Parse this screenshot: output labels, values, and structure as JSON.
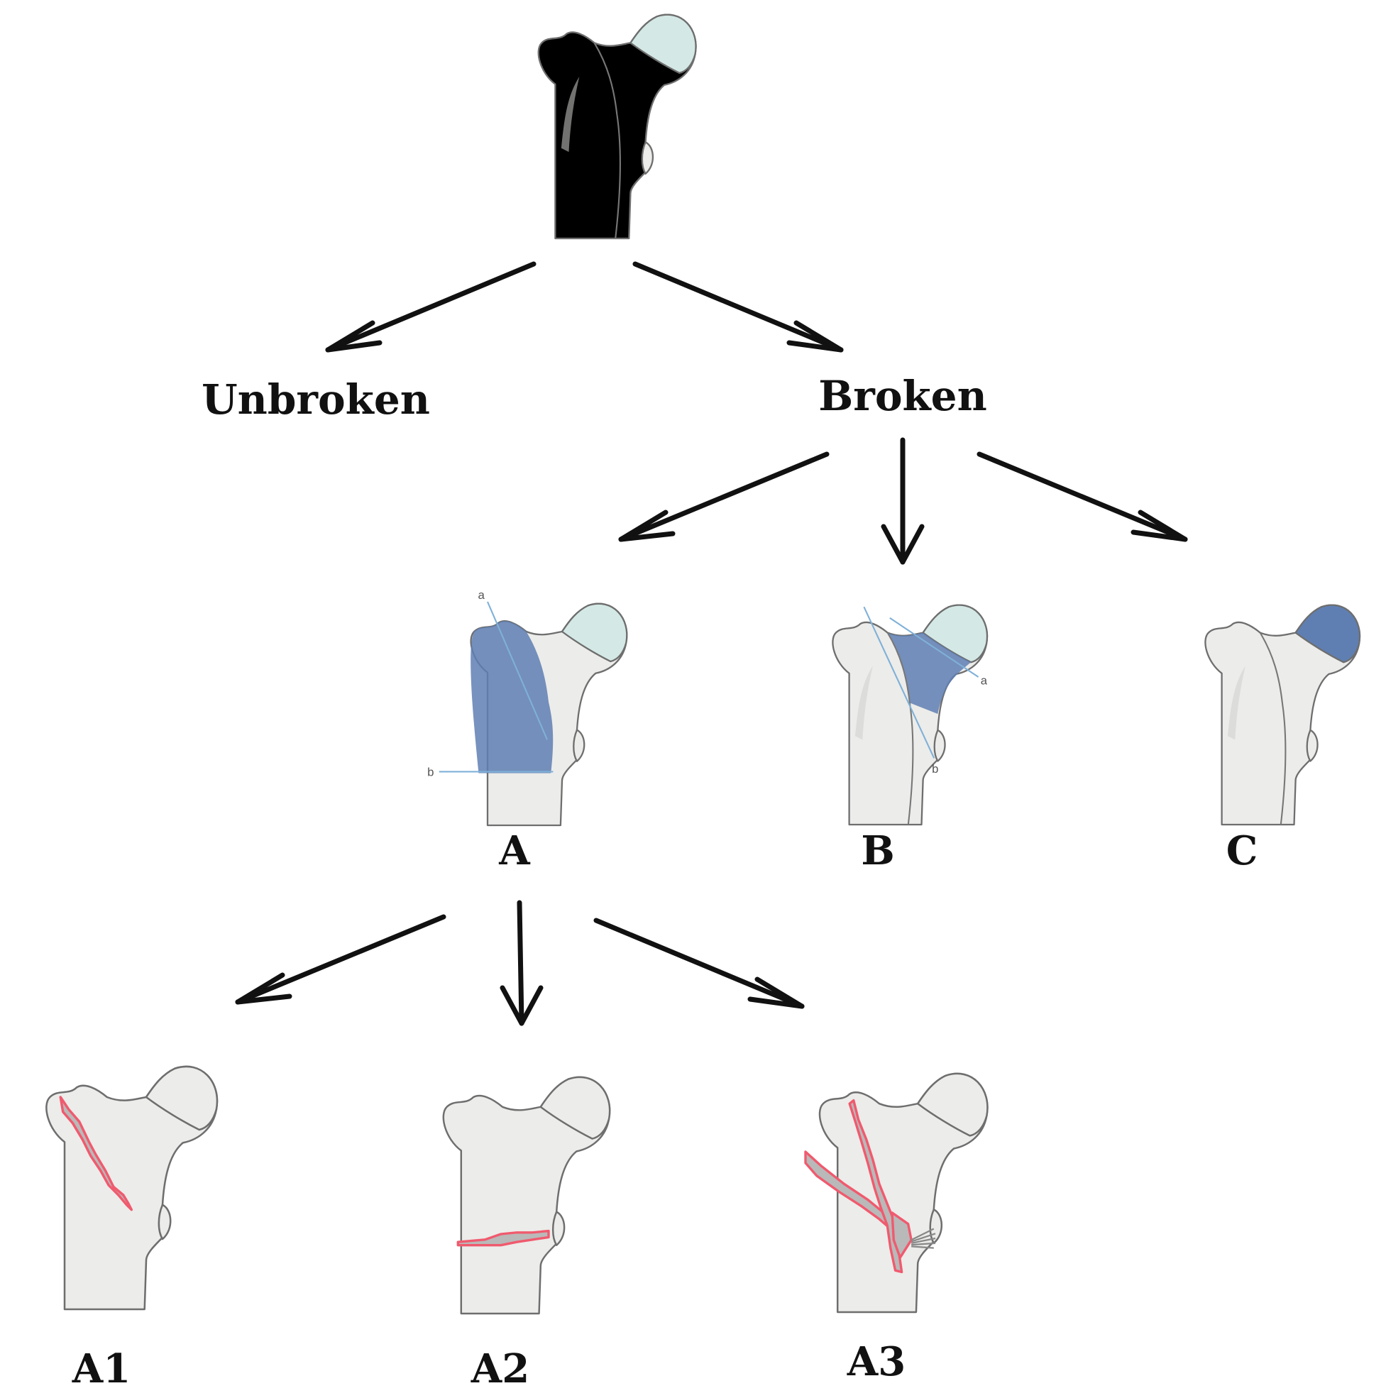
{
  "nodes": {
    "unbroken": "Unbroken",
    "broken": "Broken",
    "type_a": "A",
    "type_b": "B",
    "type_c": "C",
    "sub_a1": "A1",
    "sub_a2": "A2",
    "sub_a3": "A3"
  },
  "guide_labels": {
    "a_line_a": "a",
    "a_line_b": "b",
    "b_line_a": "a",
    "b_line_b": "b"
  },
  "colors": {
    "bone_fill": "#ececea",
    "bone_shade": "#cfcfcc",
    "head_tint": "#d4e9e6",
    "region_blue": "#5f7fb3",
    "fracture_red": "#f05a6e",
    "fracture_gap": "#b9b9b9",
    "guide_line": "#7fb0d8",
    "arrow": "#111111"
  },
  "icons": {
    "femur": "proximal-femur-illustration",
    "arrow": "arrow-right-icon"
  }
}
